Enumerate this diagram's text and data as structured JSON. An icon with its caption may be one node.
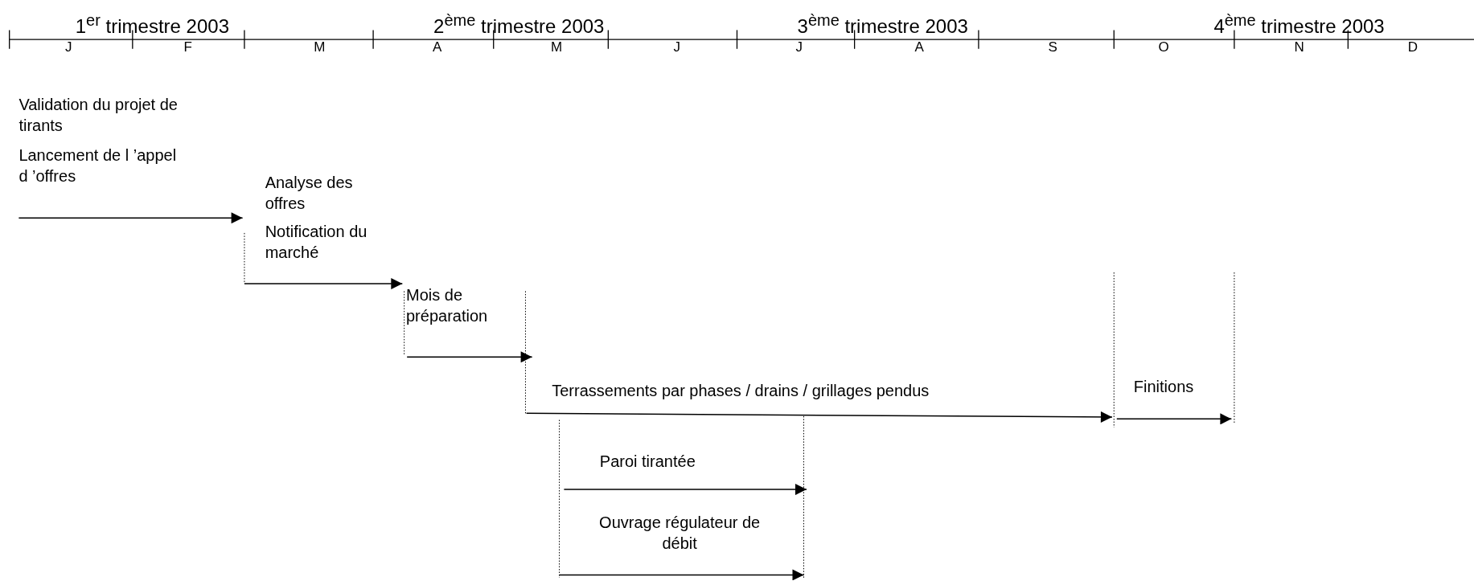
{
  "diagram": {
    "labels": [
      "1$^{er}$ trimestre 2003",
      "2$^{ème}$ trimestre 2003",
      "3$^{ème}$ trimestre 2003",
      "4$^{ème}$ trimestre 2003",
      "J",
      "F",
      "M",
      "A",
      "M",
      "J",
      "J",
      "A",
      "S",
      "O",
      "N",
      "D",
      "Validation du projet de tirants",
      "Lancement de l ’appel d ’offres",
      "Analyse des offres",
      "Notification du marché",
      "Mois de préparation",
      "Terrassements par phases / drains / grillages pendus",
      "Finitions",
      "Paroi tirantée",
      "Ouvrage régulateur de débit"
    ]
  }
}
